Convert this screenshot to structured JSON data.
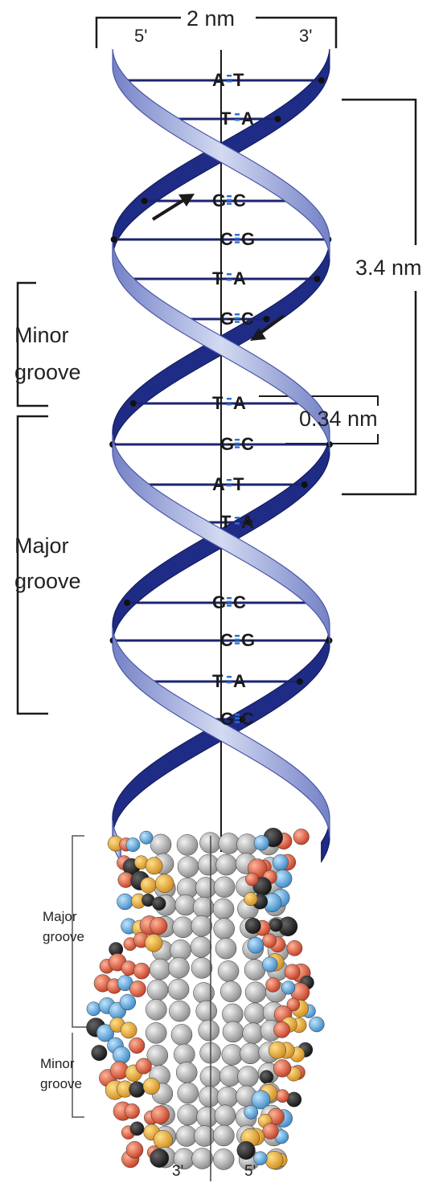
{
  "dimensions": {
    "width_label": "2 nm",
    "pitch_label": "3.4 nm",
    "rise_label": "0.34 nm"
  },
  "strand_ends": {
    "top_left": "5'",
    "top_right": "3'",
    "bottom_left": "3'",
    "bottom_right": "5'"
  },
  "groove_labels": {
    "ribbon_minor": [
      "Minor",
      "groove"
    ],
    "ribbon_major": [
      "Major",
      "groove"
    ],
    "model_major": [
      "Major",
      "groove"
    ],
    "model_minor": [
      "Minor",
      "groove"
    ]
  },
  "base_pairs": [
    {
      "left": "A",
      "right": "T"
    },
    {
      "left": "T",
      "right": "A"
    },
    {
      "left": "G",
      "right": "C"
    },
    {
      "left": "C",
      "right": "G"
    },
    {
      "left": "T",
      "right": "A"
    },
    {
      "left": "G",
      "right": "C"
    },
    {
      "left": "T",
      "right": "A"
    },
    {
      "left": "G",
      "right": "C"
    },
    {
      "left": "A",
      "right": "T"
    },
    {
      "left": "T",
      "right": "A"
    },
    {
      "left": "G",
      "right": "C"
    },
    {
      "left": "C",
      "right": "G"
    },
    {
      "left": "T",
      "right": "A"
    },
    {
      "left": "G",
      "right": "C"
    }
  ],
  "colors": {
    "ribbon_light": "#c9d2ee",
    "ribbon_mid": "#8795cf",
    "ribbon_dark": "#1f2c86",
    "line": "#1a1a1a",
    "atom_gray": "#a9a9a9",
    "atom_orange": "#e5a83a",
    "atom_red": "#d9553a",
    "atom_blue": "#5fa8d8",
    "atom_black": "#1d1d1d"
  }
}
